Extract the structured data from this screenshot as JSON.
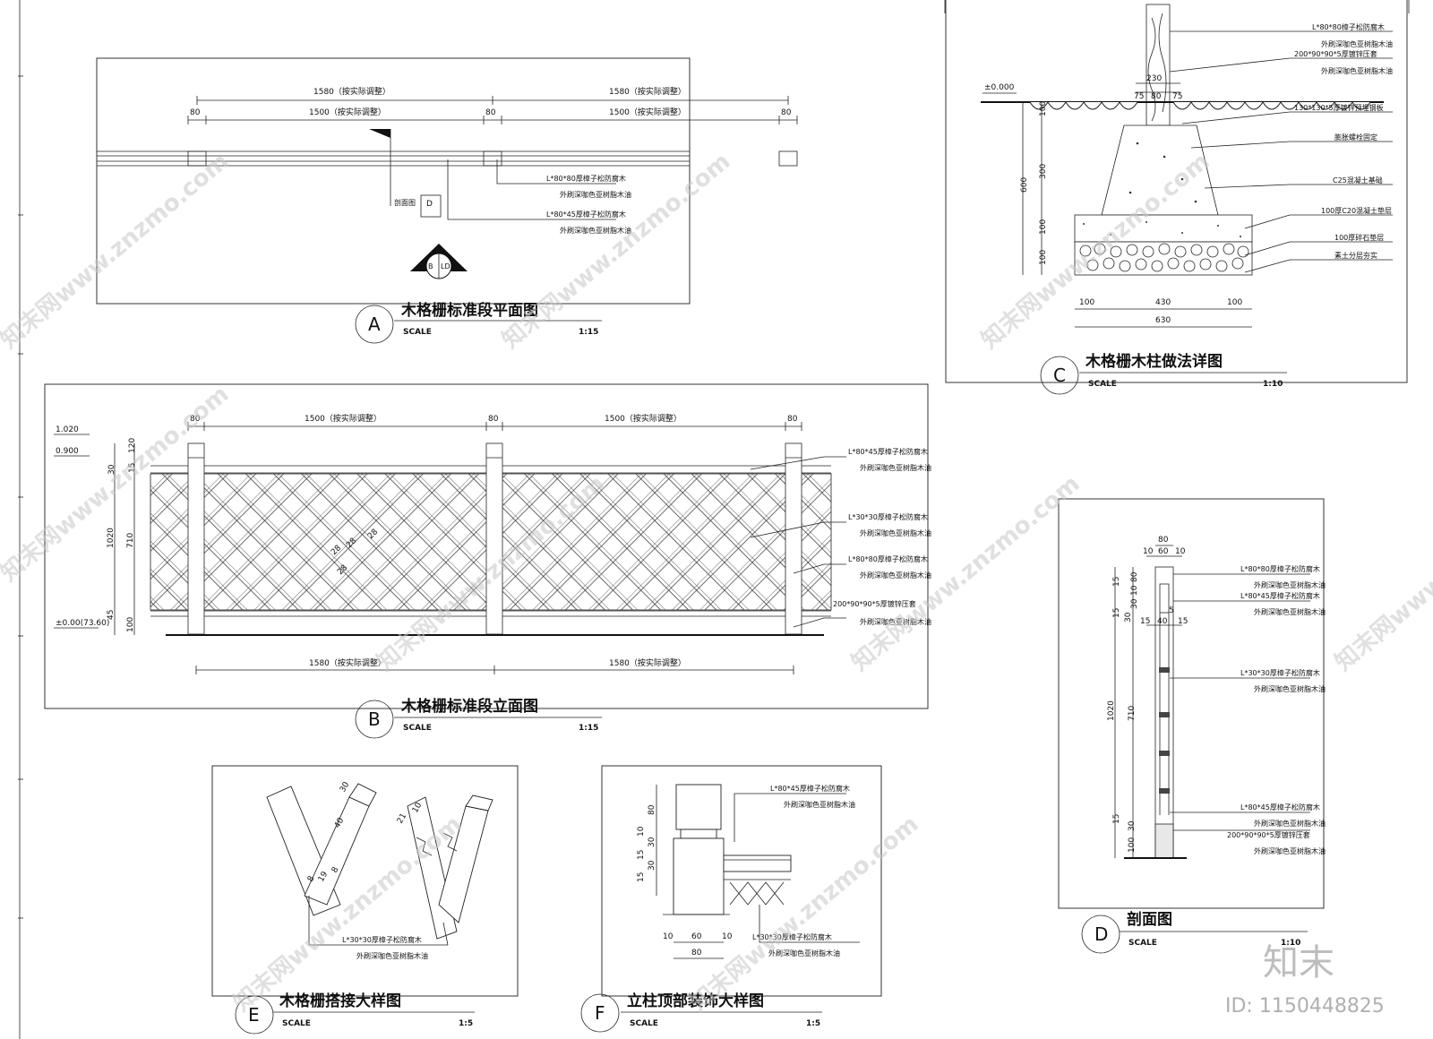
{
  "drawings": {
    "A": {
      "letter": "A",
      "title": "木格栅标准段平面图",
      "scale_label": "SCALE",
      "scale": "1:15",
      "dims_top": [
        "1580（按实际调整）",
        "1580（按实际调整）"
      ],
      "dims_mid": [
        "1500（按实际调整）",
        "1500（按实际调整）"
      ],
      "dims_post": [
        "80",
        "80",
        "80"
      ],
      "notes": [
        "L*80*80厚樟子松防腐木",
        "外刷深咖色亚树脂木油",
        "L*80*45厚樟子松防腐木",
        "外刷深咖色亚树脂木油"
      ],
      "section_label": "剖面图",
      "section_mark": "D",
      "callout": [
        "B",
        "LD"
      ]
    },
    "B": {
      "letter": "B",
      "title": "木格栅标准段立面图",
      "scale_label": "SCALE",
      "scale": "1:15",
      "dims_top": [
        "1500（按实际调整）",
        "1500（按实际调整）"
      ],
      "dims_bottom": [
        "1580（按实际调整）",
        "1580（按实际调整）"
      ],
      "dims_post": [
        "80",
        "80",
        "80"
      ],
      "levels": [
        "1.020",
        "0.900",
        "±0.00(73.60)"
      ],
      "vdims": [
        "120",
        "15",
        "30",
        "1020",
        "710",
        "45",
        "100"
      ],
      "lattice": [
        "28",
        "28",
        "28",
        "28"
      ],
      "notes": [
        "L*80*45厚樟子松防腐木",
        "外刷深咖色亚树脂木油",
        "L*30*30厚樟子松防腐木",
        "外刷深咖色亚树脂木油",
        "L*80*80厚樟子松防腐木",
        "外刷深咖色亚树脂木油",
        "200*90*90*5厚镀锌压套",
        "外刷深咖色亚树脂木油"
      ]
    },
    "C": {
      "letter": "C",
      "title": "木格栅木柱做法详图",
      "scale_label": "SCALE",
      "scale": "1:10",
      "level": "±0.000",
      "dims_top": [
        "230",
        "75",
        "80",
        "75"
      ],
      "vdims": [
        "100",
        "300",
        "600",
        "100",
        "100"
      ],
      "dims_bottom": [
        "100",
        "430",
        "100",
        "630"
      ],
      "notes": [
        "L*80*80樟子松防腐木",
        "外刷深咖色亚树脂木油",
        "200*90*90*5厚镀锌压套",
        "外刷深咖色亚树脂木油",
        "130*130*5厚镀锌预埋钢板",
        "膨胀螺栓固定",
        "C25混凝土基础",
        "100厚C20混凝土垫层",
        "100厚碎石垫层",
        "素土分层夯实"
      ]
    },
    "D": {
      "letter": "D",
      "title": "剖面图",
      "scale_label": "SCALE",
      "scale": "1:10",
      "dims_top": [
        "80",
        "10",
        "60",
        "10"
      ],
      "vdims": [
        "80",
        "10",
        "30",
        "15",
        "30",
        "15",
        "1020",
        "710",
        "15",
        "30",
        "100"
      ],
      "hdims": [
        "15",
        "40",
        "15",
        "5"
      ],
      "notes": [
        "L*80*80厚樟子松防腐木",
        "外刷深咖色亚树脂木油",
        "L*80*45厚樟子松防腐木",
        "外刷深咖色亚树脂木油",
        "L*30*30厚樟子松防腐木",
        "外刷深咖色亚树脂木油",
        "L*80*45厚樟子松防腐木",
        "外刷深咖色亚树脂木油",
        "200*90*90*5厚镀锌压套",
        "外刷深咖色亚树脂木油"
      ]
    },
    "E": {
      "letter": "E",
      "title": "木格栅搭接大样图",
      "scale_label": "SCALE",
      "scale": "1:5",
      "dims": [
        "30",
        "40",
        "8",
        "19",
        "8",
        "21",
        "10"
      ],
      "notes": [
        "L*30*30厚樟子松防腐木",
        "外刷深咖色亚树脂木油"
      ]
    },
    "F": {
      "letter": "F",
      "title": "立柱顶部装饰大样图",
      "scale_label": "SCALE",
      "scale": "1:5",
      "vdims": [
        "80",
        "10",
        "30",
        "15",
        "30",
        "15"
      ],
      "hdims": [
        "10",
        "60",
        "10",
        "80"
      ],
      "notes": [
        "L*80*45厚樟子松防腐木",
        "外刷深咖色亚树脂木油",
        "L*30*30厚樟子松防腐木",
        "外刷深咖色亚树脂木油"
      ]
    }
  },
  "watermark": {
    "text": "知末网www.znzmo.com",
    "brand": "知末",
    "id": "ID: 1150448825"
  }
}
